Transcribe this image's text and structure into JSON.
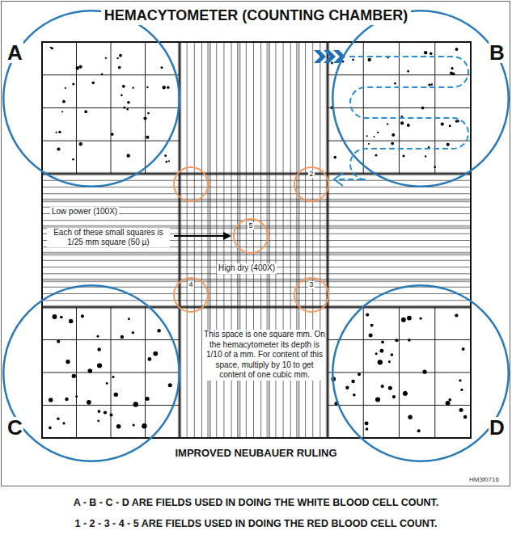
{
  "diagram": {
    "title": "HEMACYTOMETER (COUNTING CHAMBER)",
    "nodes": [
      {
        "text": [
          "A"
        ]
      },
      {
        "text": [
          "B"
        ]
      },
      {
        "text": [
          "2"
        ]
      },
      {
        "text": [
          "5"
        ]
      },
      {
        "text": [
          "4"
        ]
      },
      {
        "text": [
          "3"
        ]
      },
      {
        "text": [
          "C"
        ]
      },
      {
        "text": [
          "D"
        ]
      }
    ],
    "labels": [
      "Low power (100X)",
      "Each of these small squares is 1/25 mm square (50 µ)",
      "High dry (400X)",
      "This space is one square mm. On the hemacytometer its depth is 1/10 of a mm. For content of this space, multiply by 10 to get content of one cubic mm.",
      "IMPROVED NEUBAUER RULING",
      "HM3f0716",
      "A - B - C - D ARE FIELDS USED IN DOING THE WHITE BLOOD CELL COUNT.",
      "1 - 2 - 3 - 4 - 5 ARE FIELDS USED IN DOING THE RED BLOOD CELL COUNT."
    ]
  }
}
